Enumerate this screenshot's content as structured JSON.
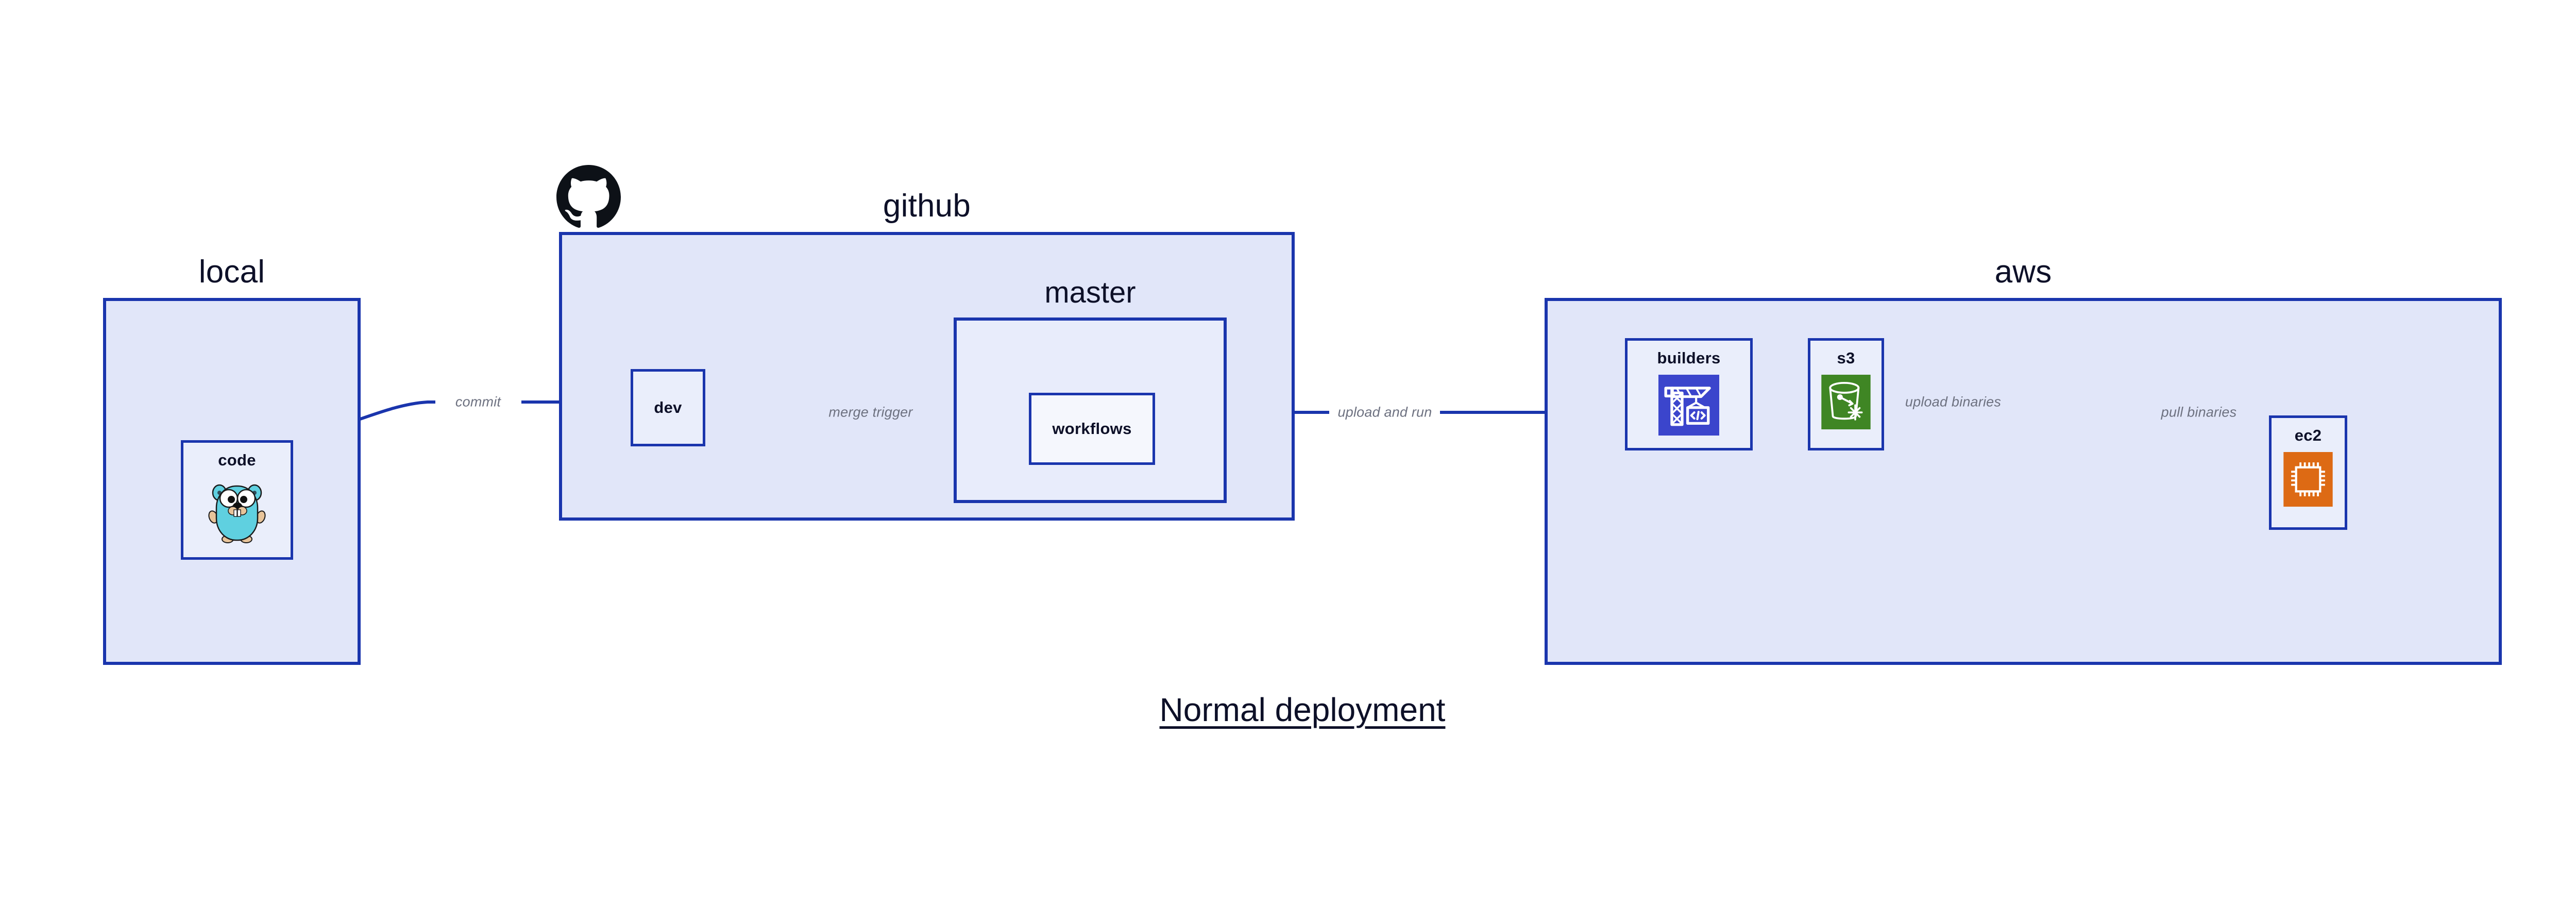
{
  "diagram": {
    "title": "Normal deployment",
    "colors": {
      "group_border": "#1a35ad",
      "group_fill": "#e1e6f9",
      "subgroup_fill": "#e8ecfb",
      "node_fill": "#eaeefb",
      "node_fill_light": "#f5f7fd",
      "edge_line": "#1a35ad",
      "edge_label_text": "#6d7180",
      "title_text": "#0d1028",
      "builders_icon_bg": "#3b45cc",
      "s3_icon_bg": "#3f8624",
      "ec2_icon_bg": "#dd6a14",
      "gopher_body": "#5fd0e0",
      "octocat": "#0d1117"
    }
  },
  "groups": [
    {
      "id": "local",
      "label": "local"
    },
    {
      "id": "github",
      "label": "github"
    },
    {
      "id": "aws",
      "label": "aws"
    }
  ],
  "subgroups": [
    {
      "id": "master",
      "label": "master",
      "parent": "github"
    }
  ],
  "nodes": [
    {
      "id": "code",
      "label": "code",
      "group": "local",
      "icon": "go-gopher-icon"
    },
    {
      "id": "dev",
      "label": "dev",
      "group": "github",
      "icon": null
    },
    {
      "id": "workflows",
      "label": "workflows",
      "group": "master",
      "icon": null
    },
    {
      "id": "builders",
      "label": "builders",
      "group": "aws",
      "icon": "crane-code-icon"
    },
    {
      "id": "s3",
      "label": "s3",
      "group": "aws",
      "icon": "s3-bucket-icon"
    },
    {
      "id": "ec2",
      "label": "ec2",
      "group": "aws",
      "icon": "cpu-chip-icon"
    }
  ],
  "edges": [
    {
      "id": "commit",
      "from": "code",
      "to": "dev",
      "label": "commit"
    },
    {
      "id": "merge-trigger",
      "from": "dev",
      "to": "workflows",
      "label": "merge trigger"
    },
    {
      "id": "upload-and-run",
      "from": "workflows",
      "to": "builders",
      "label": "upload and run"
    },
    {
      "id": "upload-binaries",
      "from": "builders",
      "to": "s3",
      "label": "upload binaries"
    },
    {
      "id": "pull-binaries",
      "from": "s3",
      "to": "ec2",
      "label": "pull binaries"
    }
  ],
  "logos": [
    {
      "id": "github-octocat",
      "name": "github-octocat-icon",
      "attached_to": "github"
    }
  ]
}
